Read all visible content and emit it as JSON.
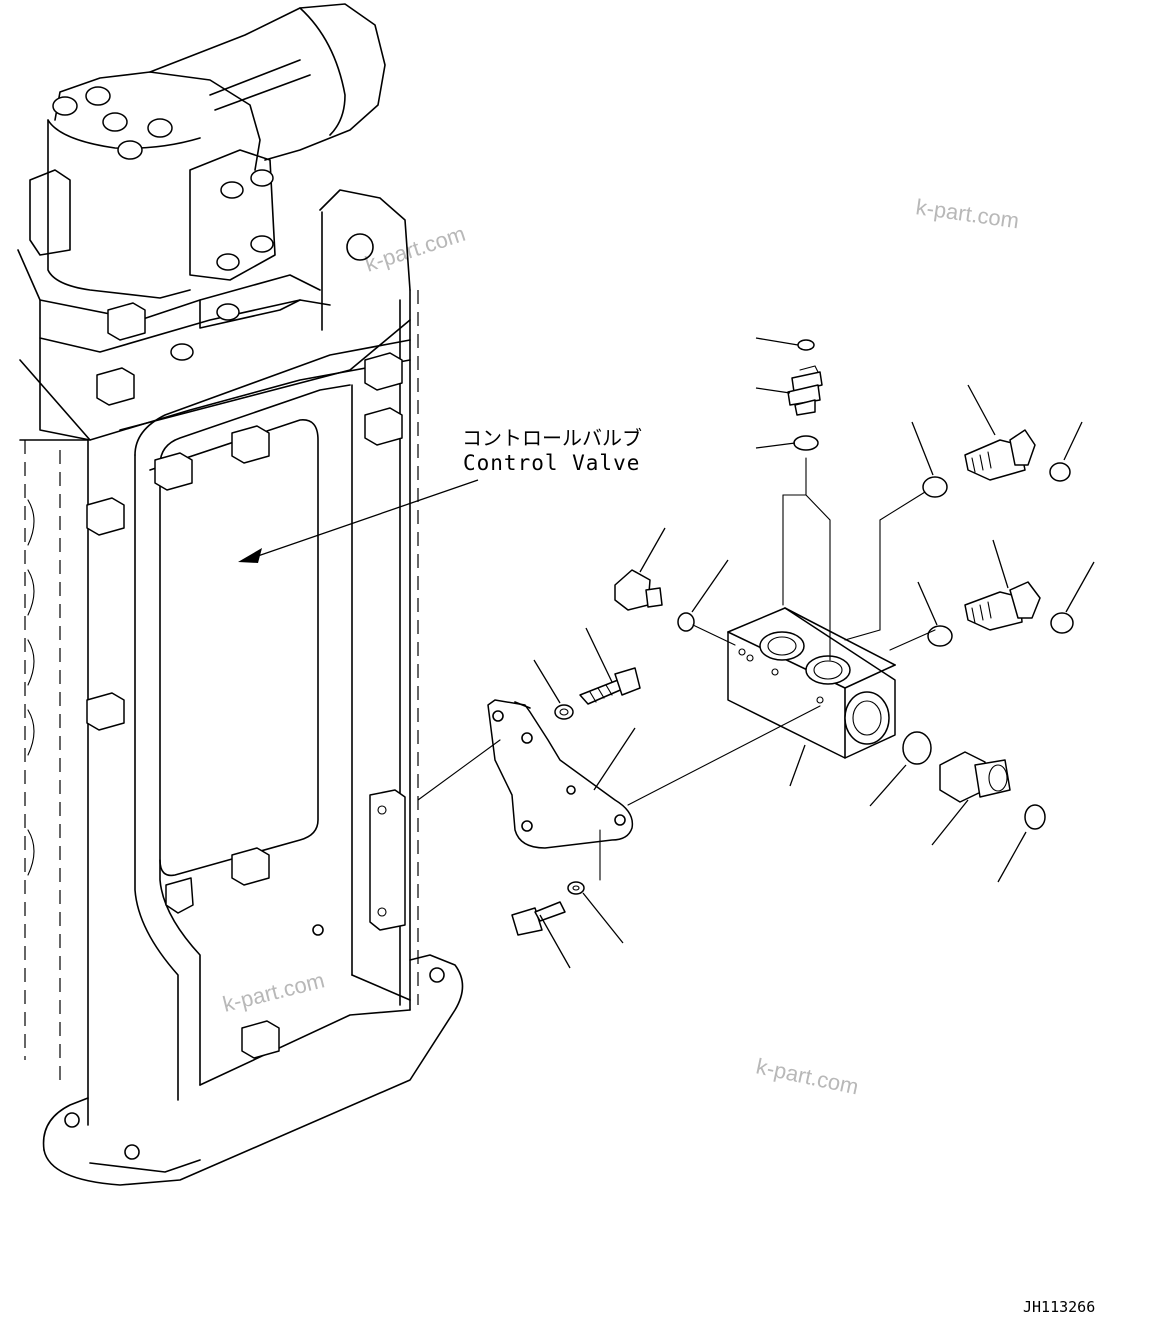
{
  "callout": {
    "japanese": "コントロールバルブ",
    "english": "Control Valve"
  },
  "watermarks": [
    "k-part.com",
    "k-part.com",
    "k-part.com",
    "k-part.com"
  ],
  "drawing_code": "JH113266"
}
